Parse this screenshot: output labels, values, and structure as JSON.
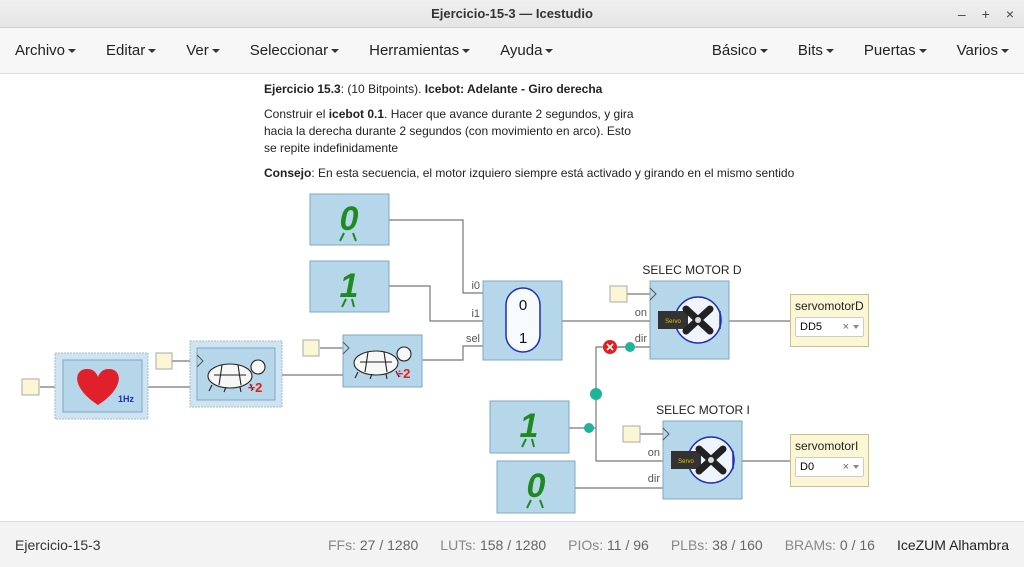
{
  "window": {
    "title": "Ejercicio-15-3 — Icestudio",
    "controls": [
      "–",
      "+",
      "×"
    ]
  },
  "menu": {
    "left": [
      {
        "label": "Archivo"
      },
      {
        "label": "Editar"
      },
      {
        "label": "Ver"
      },
      {
        "label": "Seleccionar"
      },
      {
        "label": "Herramientas"
      },
      {
        "label": "Ayuda"
      }
    ],
    "right": [
      {
        "label": "Básico"
      },
      {
        "label": "Bits"
      },
      {
        "label": "Puertas"
      },
      {
        "label": "Varios"
      }
    ]
  },
  "info": {
    "title_bold": "Ejercicio 15.3",
    "title_mid": ": (10 Bitpoints). ",
    "title_bold2": "Icebot: Adelante - Giro derecha",
    "para1_a": "Construir el ",
    "para1_bold": "icebot 0.1",
    "para1_b": ". Hacer que avance durante 2 segundos, y gira hacia la derecha durante 2 segundos (con movimiento en arco). Esto se repite indefinidamente",
    "para2_bold": "Consejo",
    "para2": ": En esta secuencia, el motor izquiero siempre está activado y girando en el mismo sentido"
  },
  "diagram": {
    "const0_top": "0",
    "const1_top": "1",
    "const1_bottom": "1",
    "const0_bottom": "0",
    "heart_label": "1Hz",
    "div_label": "÷2",
    "mux": {
      "i0": "i0",
      "i1": "i1",
      "sel": "sel",
      "v0": "0",
      "v1": "1"
    },
    "motor_d": {
      "title": "SELEC MOTOR D",
      "on": "on",
      "dir": "dir"
    },
    "motor_i": {
      "title": "SELEC MOTOR I",
      "on": "on",
      "dir": "dir"
    },
    "out_d": {
      "name": "servomotorD",
      "pin": "DD5",
      "clear": "×"
    },
    "out_i": {
      "name": "servomotorI",
      "pin": "D0",
      "clear": "×"
    },
    "servo_text": "Servo",
    "colors": {
      "block": "#b6d7ea",
      "block_border": "#7fa7c2",
      "wire": "#777777",
      "junction": "#1fb39a",
      "green": "#1f8a1f",
      "red": "#e01f1f",
      "heart": "#e0202a"
    }
  },
  "status": {
    "file": "Ejercicio-15-3",
    "ffs_label": "FFs:",
    "ffs": "27 / 1280",
    "luts_label": "LUTs:",
    "luts": "158 / 1280",
    "pios_label": "PIOs:",
    "pios": "11 / 96",
    "plbs_label": "PLBs:",
    "plbs": "38 / 160",
    "brams_label": "BRAMs:",
    "brams": "0 / 16",
    "board": "IceZUM Alhambra"
  }
}
